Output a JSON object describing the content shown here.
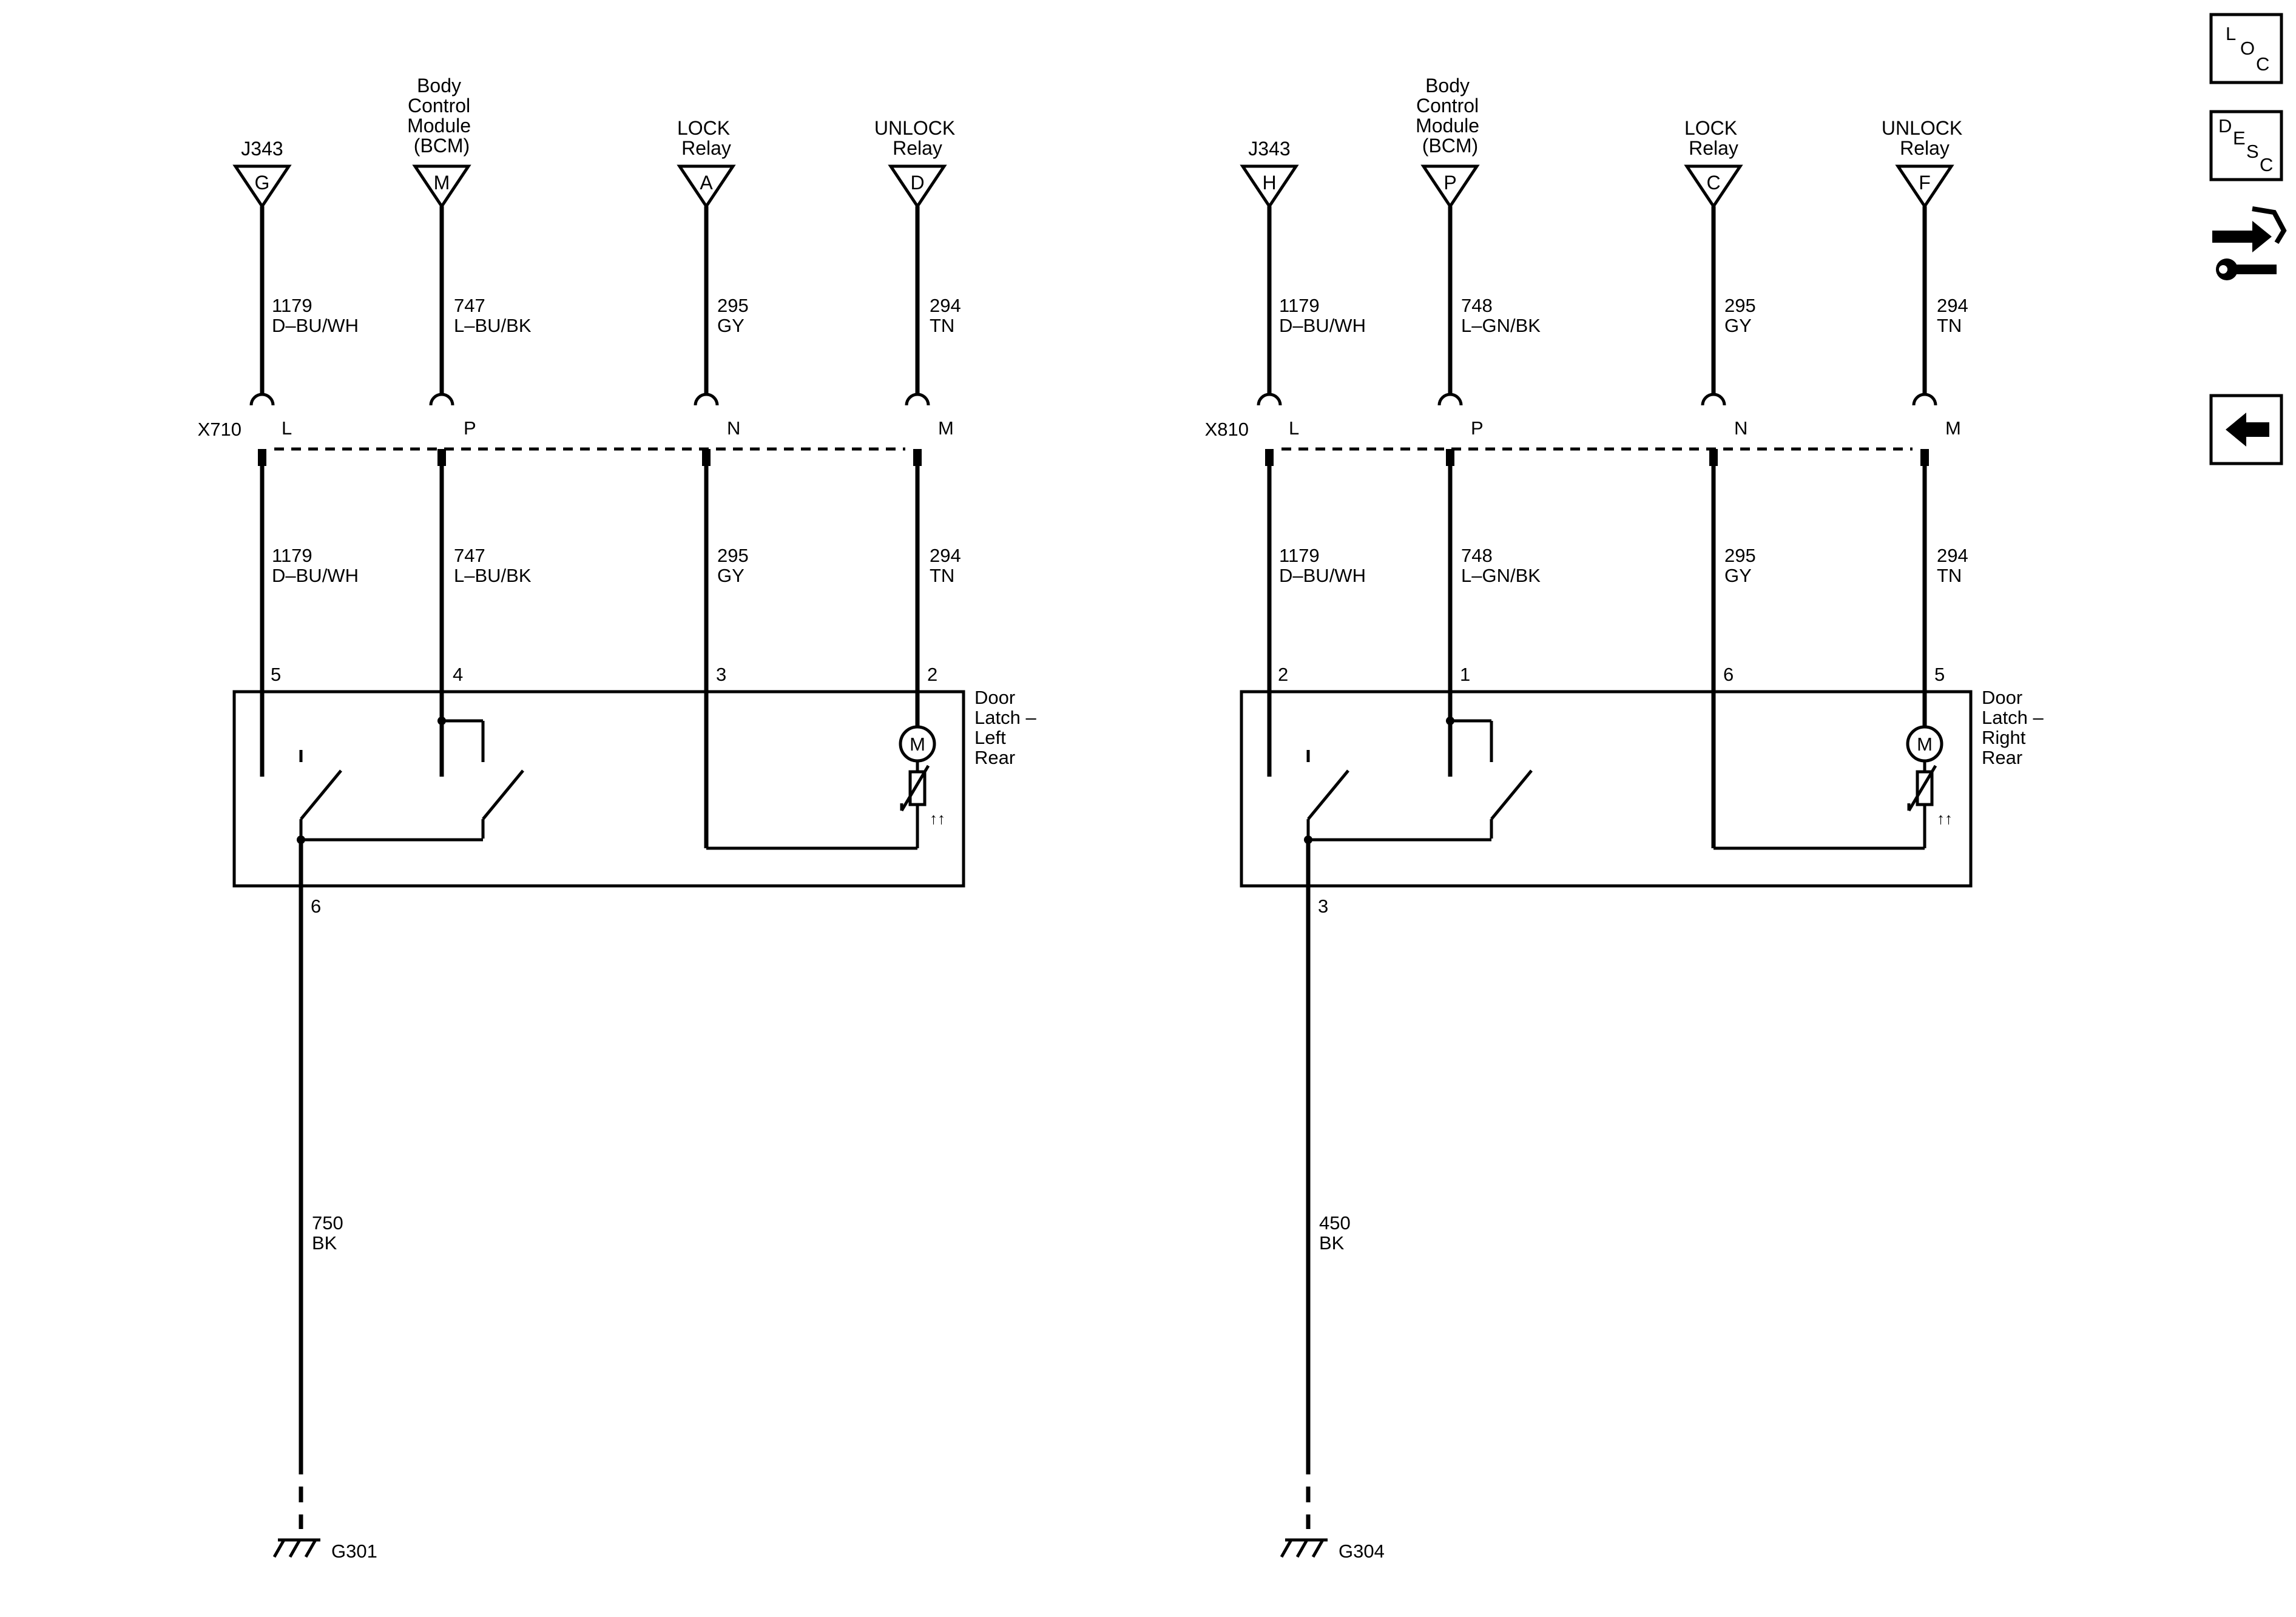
{
  "left_circuit": {
    "dest_labels": {
      "g": [
        "J343"
      ],
      "m": [
        "Body",
        "Control",
        "Module",
        "(BCM)"
      ],
      "a": [
        "LOCK",
        "Relay"
      ],
      "d": [
        "UNLOCK",
        "Relay"
      ]
    },
    "dest_pins": {
      "g": "G",
      "m": "M",
      "a": "A",
      "d": "D"
    },
    "upper_wires": {
      "c1": [
        "1179",
        "D–BU/WH"
      ],
      "c2": [
        "747",
        "L–BU/BK"
      ],
      "c3": [
        "295",
        "GY"
      ],
      "c4": [
        "294",
        "TN"
      ]
    },
    "connector": {
      "name": "X710",
      "pins": {
        "c1": "L",
        "c2": "P",
        "c3": "N",
        "c4": "M"
      }
    },
    "lower_wires": {
      "c1": [
        "1179",
        "D–BU/WH"
      ],
      "c2": [
        "747",
        "L–BU/BK"
      ],
      "c3": [
        "295",
        "GY"
      ],
      "c4": [
        "294",
        "TN"
      ]
    },
    "component_pins": {
      "c1": "5",
      "c2": "4",
      "c3": "3",
      "c4": "2",
      "ground": "6"
    },
    "component_name": [
      "Door",
      "Latch –",
      "Left",
      "Rear"
    ],
    "motor": "M",
    "ground_wire": [
      "750",
      "BK"
    ],
    "ground_name": "G301"
  },
  "right_circuit": {
    "dest_labels": {
      "g": [
        "J343"
      ],
      "m": [
        "Body",
        "Control",
        "Module",
        "(BCM)"
      ],
      "a": [
        "LOCK",
        "Relay"
      ],
      "d": [
        "UNLOCK",
        "Relay"
      ]
    },
    "dest_pins": {
      "g": "H",
      "m": "P",
      "a": "C",
      "d": "F"
    },
    "upper_wires": {
      "c1": [
        "1179",
        "D–BU/WH"
      ],
      "c2": [
        "748",
        "L–GN/BK"
      ],
      "c3": [
        "295",
        "GY"
      ],
      "c4": [
        "294",
        "TN"
      ]
    },
    "connector": {
      "name": "X810",
      "pins": {
        "c1": "L",
        "c2": "P",
        "c3": "N",
        "c4": "M"
      }
    },
    "lower_wires": {
      "c1": [
        "1179",
        "D–BU/WH"
      ],
      "c2": [
        "748",
        "L–GN/BK"
      ],
      "c3": [
        "295",
        "GY"
      ],
      "c4": [
        "294",
        "TN"
      ]
    },
    "component_pins": {
      "c1": "2",
      "c2": "1",
      "c3": "6",
      "c4": "5",
      "ground": "3"
    },
    "component_name": [
      "Door",
      "Latch –",
      "Right",
      "Rear"
    ],
    "motor": "M",
    "ground_wire": [
      "450",
      "BK"
    ],
    "ground_name": "G304"
  },
  "nav": {
    "loc": [
      "L",
      "O",
      "C"
    ],
    "desc": [
      "D",
      "E",
      "S",
      "C"
    ],
    "connector_view_icon": "connector-wrench-icon",
    "back_icon": "back-arrow-icon"
  }
}
